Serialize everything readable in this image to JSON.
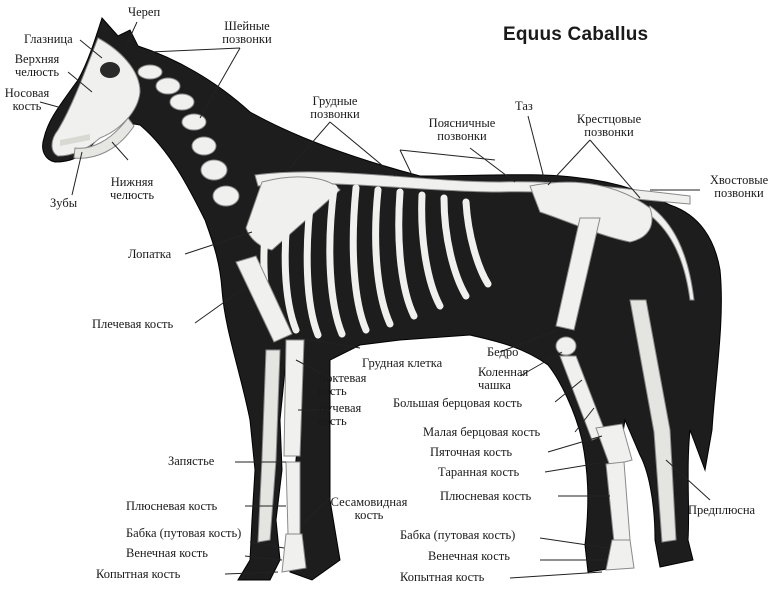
{
  "title": "Equus Caballus",
  "colors": {
    "body": "#1d1d1d",
    "bone": "#f0f0ee",
    "bone_edge": "#8a8a8a",
    "leader": "#222222"
  },
  "labels": {
    "skull": "Череп",
    "orbit": "Глазница",
    "upper_jaw": "Верхняя челюсть",
    "nasal_bone": "Носовая кость",
    "teeth": "Зубы",
    "lower_jaw": "Нижняя челюсть",
    "cervical": "Шейные позвонки",
    "thoracic": "Грудные позвонки",
    "lumbar": "Поясничные позвонки",
    "pelvis": "Таз",
    "sacral": "Крестцовые позвонки",
    "caudal": "Хвостовые позвонки",
    "scapula": "Лопатка",
    "humerus": "Плечевая кость",
    "rib_cage": "Грудная клетка",
    "ulna": "Локтевая кость",
    "radius": "Лучевая кость",
    "femur": "Бедро",
    "patella": "Коленная чашка",
    "tibia": "Большая берцовая кость",
    "fibula": "Малая берцовая кость",
    "calcaneus": "Пяточная кость",
    "talus": "Таранная кость",
    "carpus": "Запястье",
    "metacarpal_front": "Плюсневая кость",
    "sesamoid": "Сесамовидная кость",
    "metatarsal_hind": "Плюсневая кость",
    "tarsus": "Предплюсна",
    "pastern_front": "Бабка (путовая кость)",
    "coronary_front": "Венечная кость",
    "hoof_front": "Копытная кость",
    "pastern_hind": "Бабка (путовая кость)",
    "coronary_hind": "Венечная кость",
    "hoof_hind": "Копытная кость"
  }
}
